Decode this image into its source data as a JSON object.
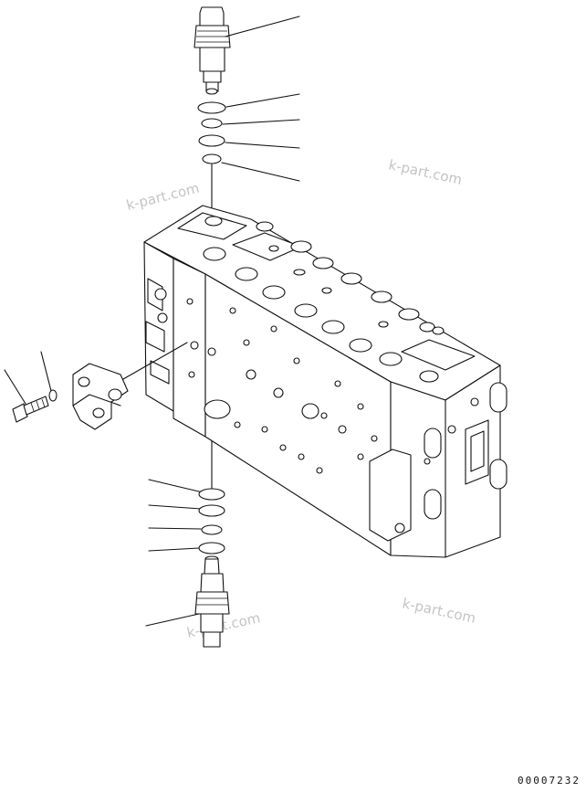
{
  "watermarks": [
    "k-part.com",
    "k-part.com",
    "k-part.com",
    "k-part.com"
  ],
  "part_number": "00007232",
  "colors": {
    "line": "#111111",
    "watermark": "#c4c4c4",
    "background": "#ffffff"
  }
}
